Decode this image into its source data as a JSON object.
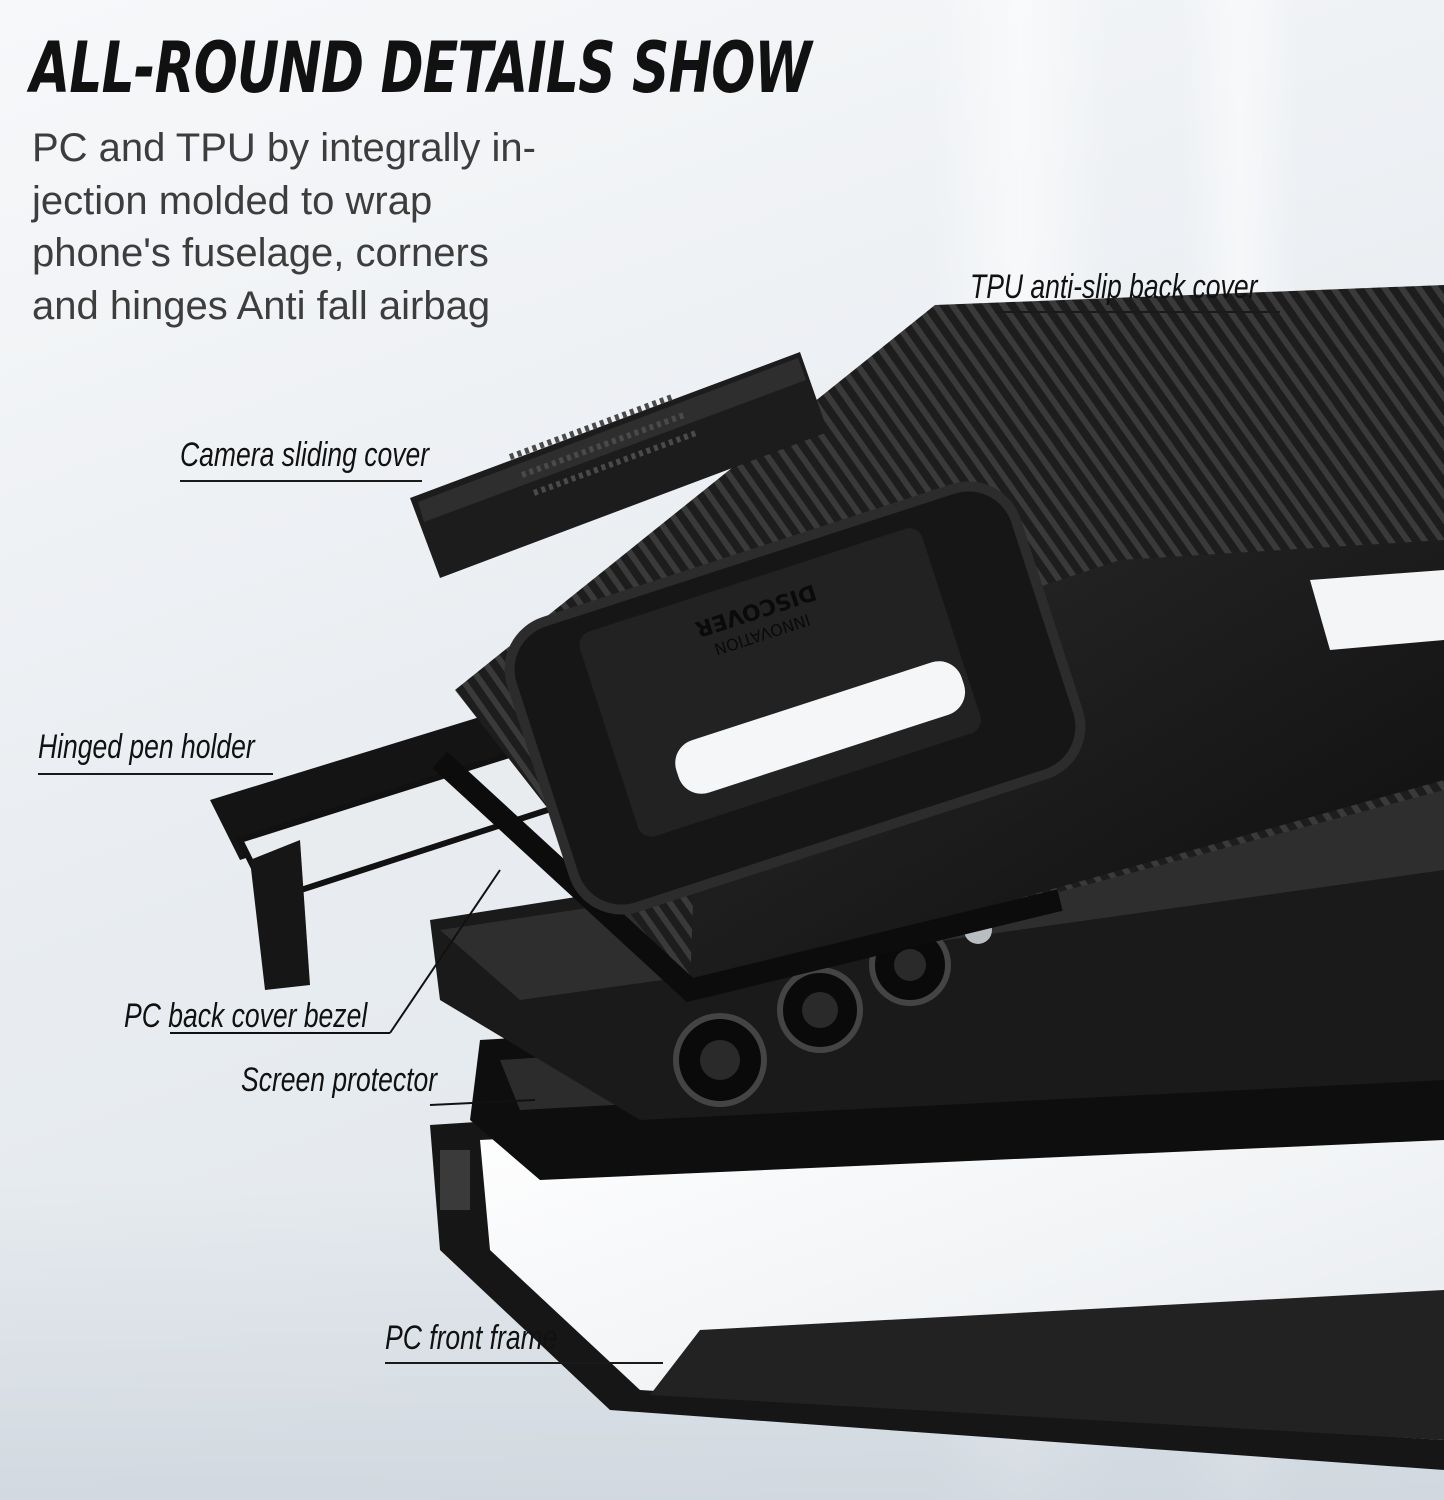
{
  "headline": "ALL-ROUND DETAILS SHOW",
  "description_lines": [
    "PC and TPU by integrally in-",
    "jection molded to wrap",
    "phone's fuselage, corners",
    "and hinges Anti fall airbag"
  ],
  "callouts": {
    "tpu_back_cover": "TPU anti-slip back cover",
    "camera_sliding_cover": "Camera sliding cover",
    "hinged_pen_holder": "Hinged pen holder",
    "pc_back_cover_bezel": "PC back cover bezel",
    "screen_protector": "Screen protector",
    "pc_front_frame": "PC front frame"
  },
  "case_lettering": [
    "DISCOVER",
    "INNOVATION"
  ],
  "colors": {
    "case": "#1b1b1b",
    "text": "#111111",
    "subtext": "#3d3d3d"
  }
}
